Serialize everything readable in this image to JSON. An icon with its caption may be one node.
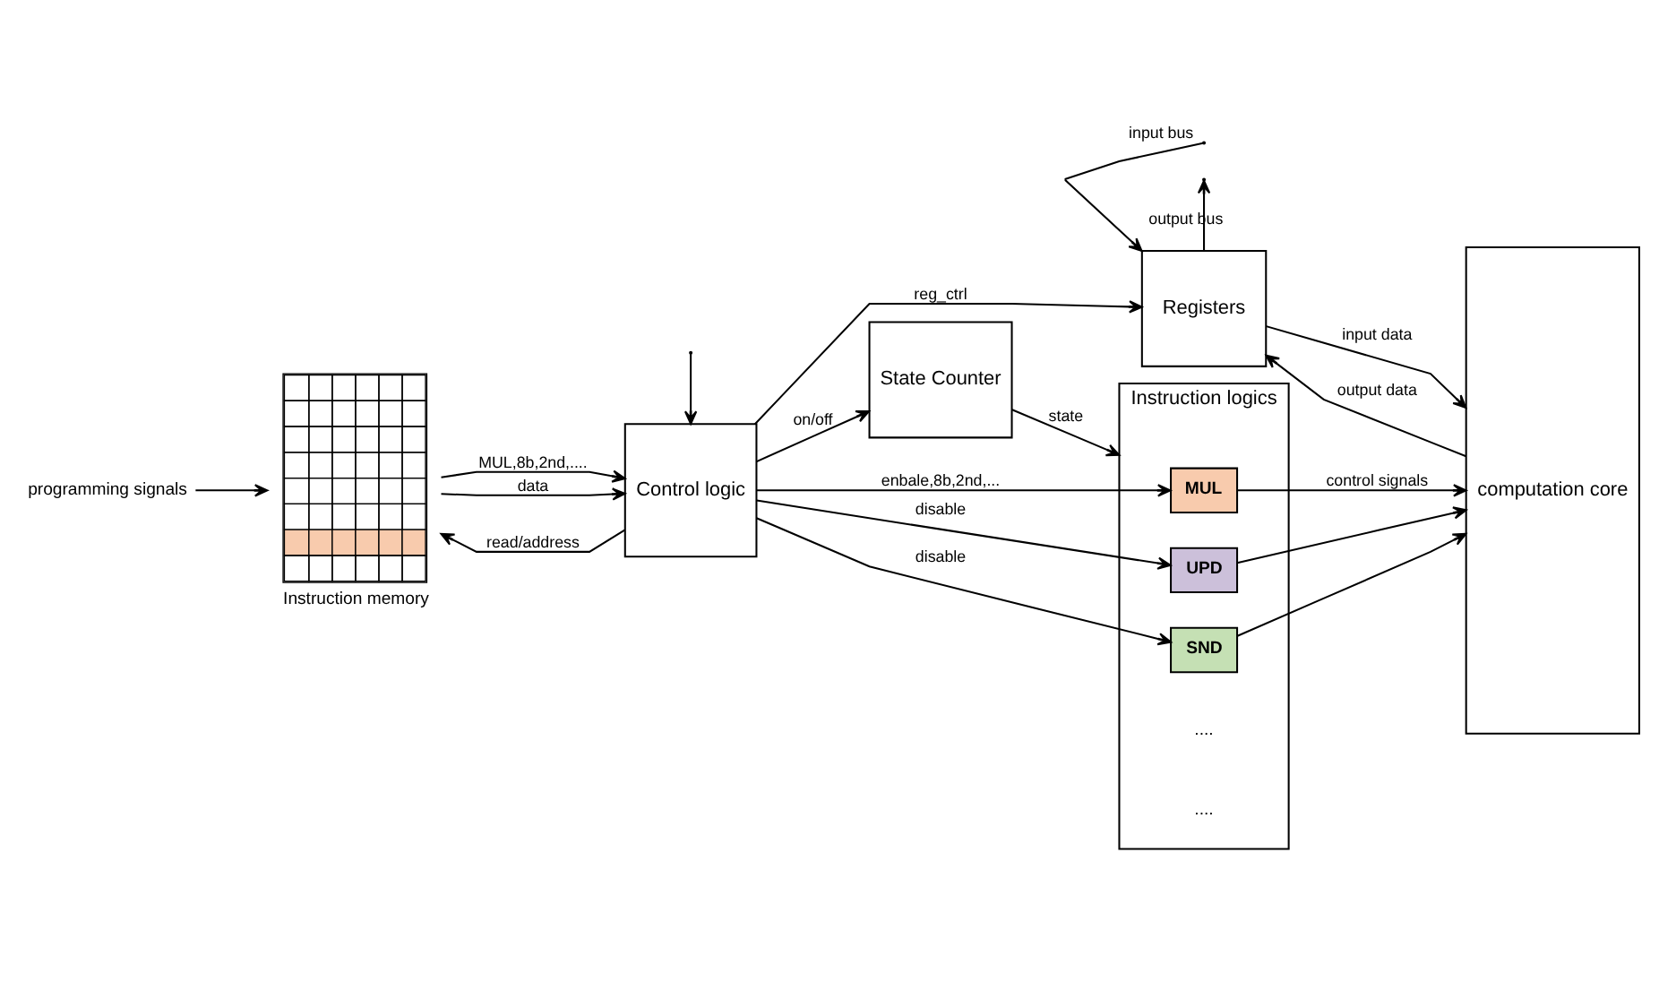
{
  "diagram": {
    "nodes": [
      {
        "text": [
          "Instruction memory"
        ]
      },
      {
        "text": [
          "Control logic"
        ]
      },
      {
        "text": [
          "Registers"
        ]
      },
      {
        "text": [
          "State Counter"
        ]
      },
      {
        "text": [
          "computation core"
        ]
      },
      {
        "text": [
          "Instruction logics"
        ]
      },
      {
        "text": [
          "MUL"
        ],
        "in": 5
      },
      {
        "text": [
          "UPD"
        ],
        "in": 5
      },
      {
        "text": [
          "SND"
        ],
        "in": 5
      },
      {
        "text": [
          "programming signals"
        ]
      }
    ],
    "edges": [
      {
        "from": 9,
        "to": 0,
        "arrow": "to"
      },
      {
        "from": 1,
        "to": 0,
        "arrow": "to",
        "label": "read/address"
      },
      {
        "from": 0,
        "to": 1,
        "arrow": "to",
        "label": "MUL,8b,2nd,...."
      },
      {
        "from": 0,
        "to": 1,
        "arrow": "to",
        "label": "data"
      },
      {
        "from": null,
        "to": 2,
        "arrow": "to",
        "label": "input bus"
      },
      {
        "from": null,
        "to": 1,
        "arrow": "to"
      },
      {
        "from": 2,
        "to": null,
        "arrow": "to",
        "label": "output bus"
      },
      {
        "from": 1,
        "to": 2,
        "arrow": "to",
        "label": "reg_ctrl"
      },
      {
        "from": 1,
        "to": 3,
        "arrow": "to",
        "label": "on/off"
      },
      {
        "from": 2,
        "to": 4,
        "arrow": "to",
        "label": "input data"
      },
      {
        "from": 4,
        "to": 2,
        "arrow": "to",
        "label": "output data"
      },
      {
        "from": 1,
        "to": 6,
        "arrow": "to",
        "label": "enbale,8b,2nd,..."
      },
      {
        "from": 1,
        "to": 7,
        "arrow": "to",
        "label": "disable"
      },
      {
        "from": 1,
        "to": 8,
        "arrow": "to",
        "label": "disable"
      },
      {
        "from": 3,
        "to": 5,
        "arrow": "to",
        "label": "state"
      },
      {
        "from": 6,
        "to": 4,
        "arrow": "to",
        "label": "control signals"
      },
      {
        "from": 7,
        "to": 4,
        "arrow": "to"
      },
      {
        "from": 8,
        "to": 4,
        "arrow": "to"
      }
    ],
    "labels": [
      "....",
      "...."
    ]
  }
}
